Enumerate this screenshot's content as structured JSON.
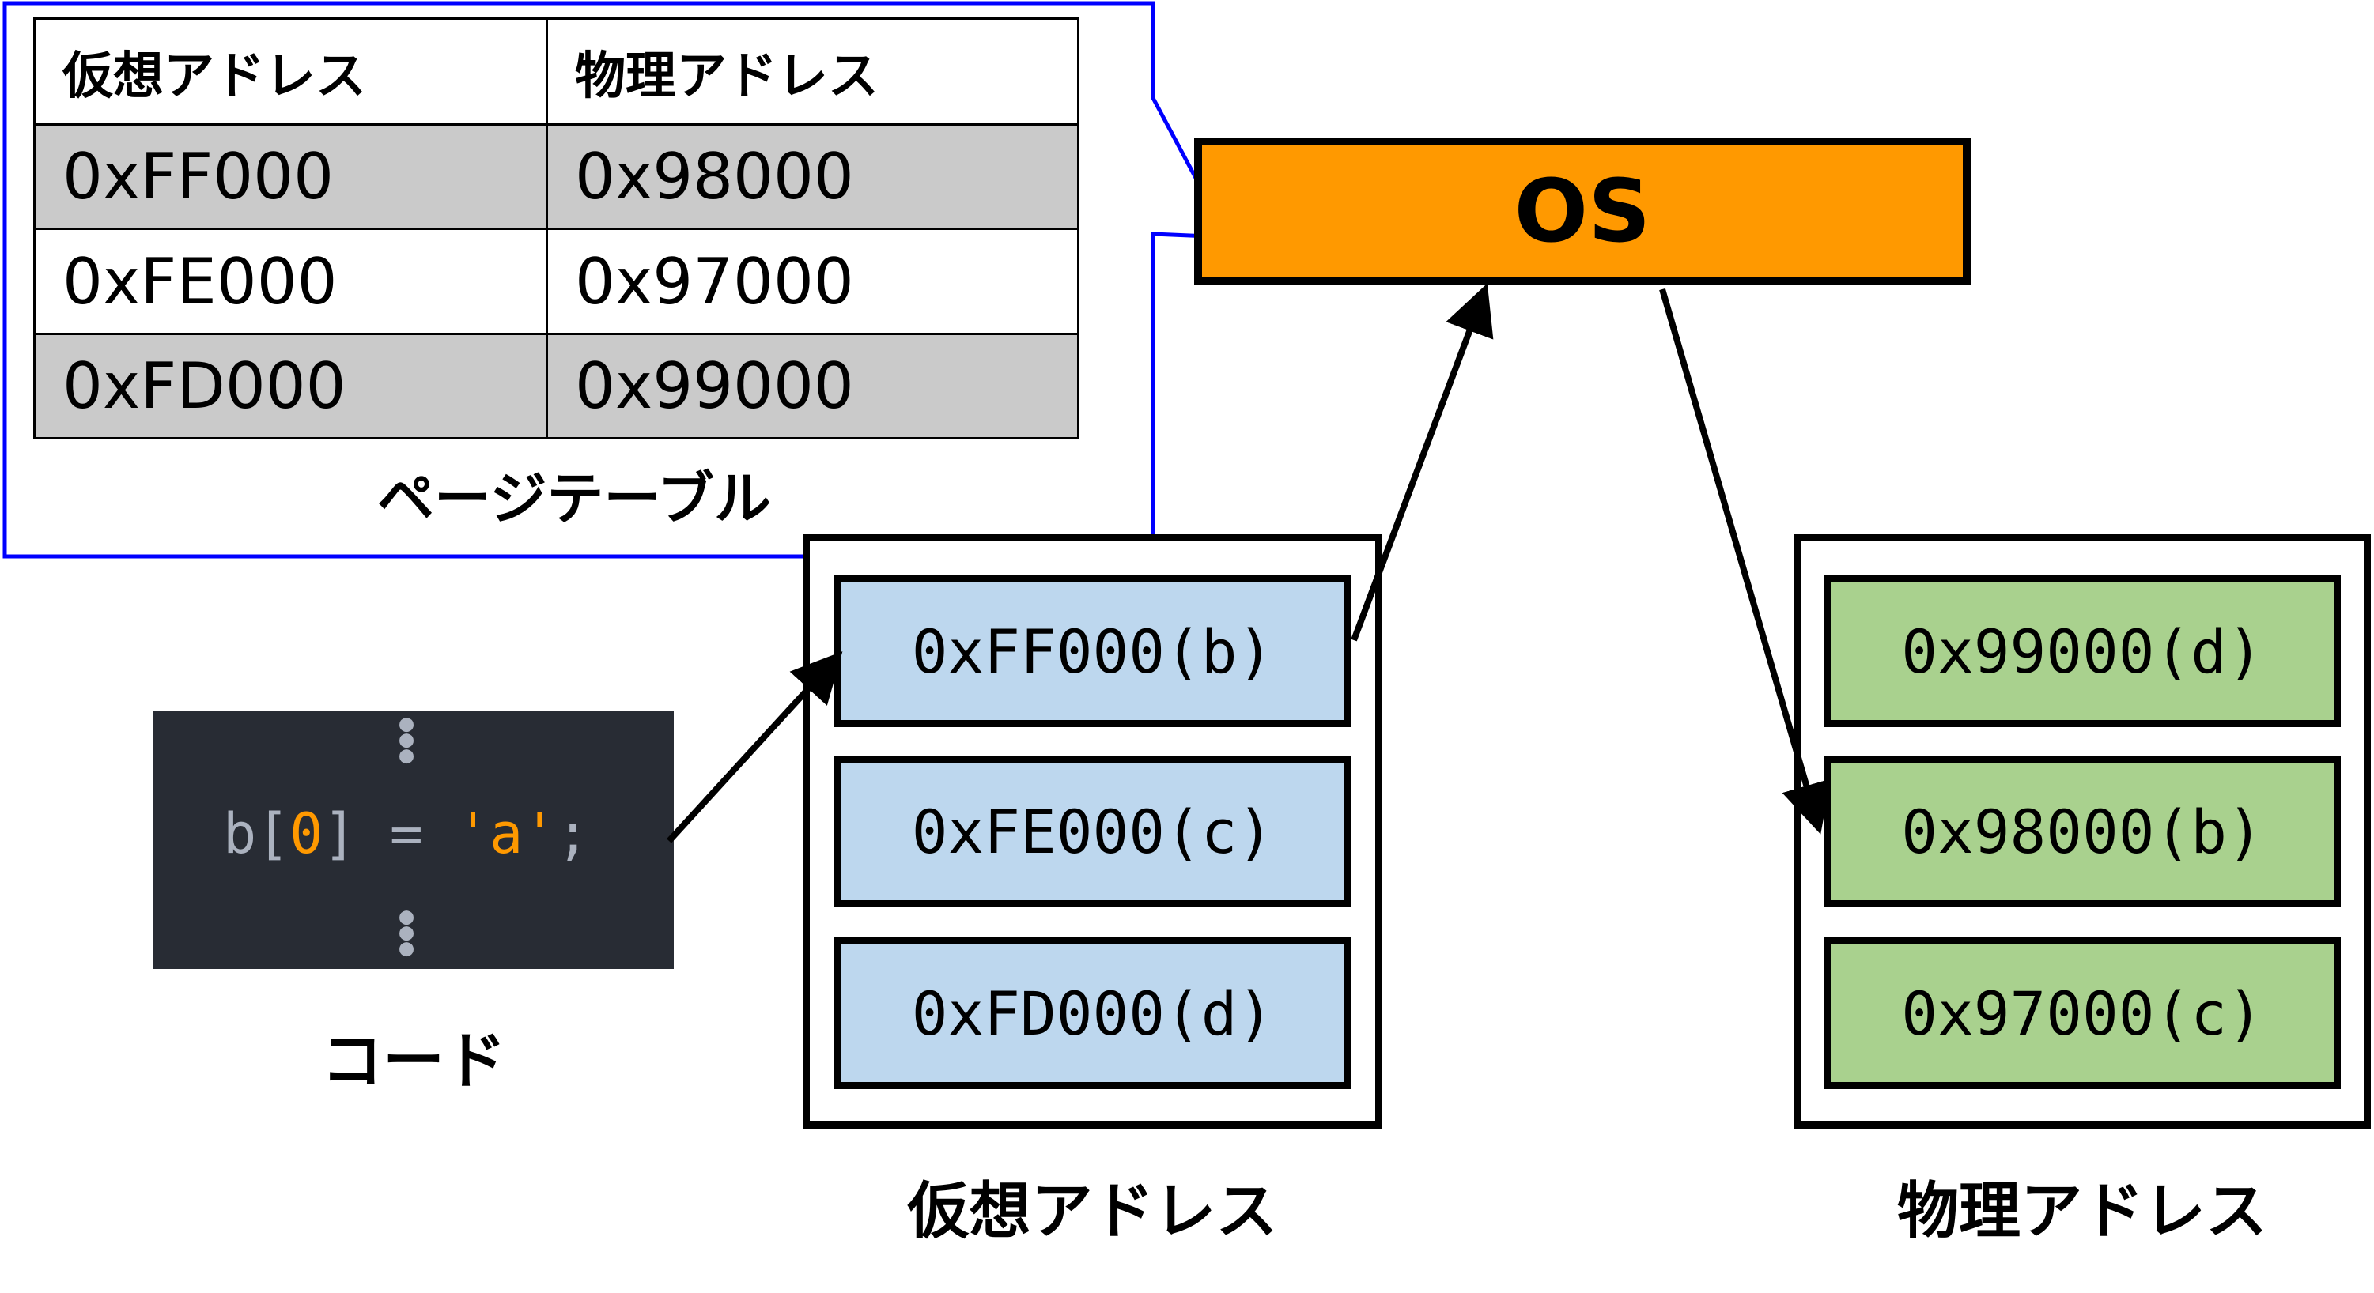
{
  "page_table": {
    "headers": {
      "virtual": "仮想アドレス",
      "physical": "物理アドレス"
    },
    "rows": [
      {
        "virtual": "0xFF000",
        "physical": "0x98000"
      },
      {
        "virtual": "0xFE000",
        "physical": "0x97000"
      },
      {
        "virtual": "0xFD000",
        "physical": "0x99000"
      }
    ],
    "caption": "ページテーブル"
  },
  "os_label": "OS",
  "code": {
    "var": "b[",
    "index": "0",
    "mid": "] = ",
    "str": "'a'",
    "end": ";",
    "caption": "コード"
  },
  "virtual_memory": {
    "cells": [
      "0xFF000(b)",
      "0xFE000(c)",
      "0xFD000(d)"
    ],
    "label": "仮想アドレス"
  },
  "physical_memory": {
    "cells": [
      "0x99000(d)",
      "0x98000(b)",
      "0x97000(c)"
    ],
    "label": "物理アドレス"
  },
  "colors": {
    "os": "#ff9900",
    "virtual_cell": "#bdd7ee",
    "physical_cell": "#a9d18e",
    "table_shade": "#cacaca",
    "callout_border": "#0000ff",
    "code_bg": "#282c34"
  }
}
